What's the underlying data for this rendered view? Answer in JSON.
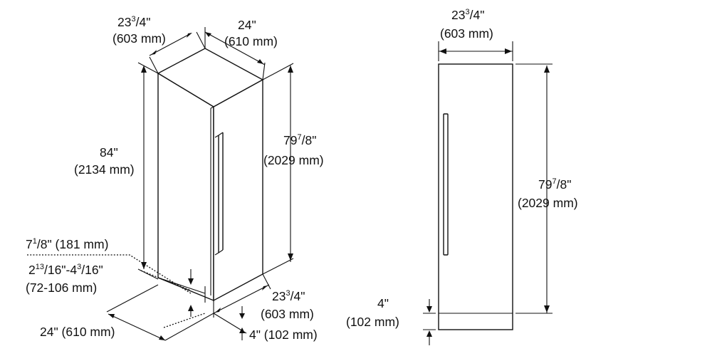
{
  "iso_view": {
    "top_width": {
      "line1_main": "23",
      "line1_num": "3",
      "line1_den": "/4\"",
      "line2": "(603 mm)"
    },
    "top_depth": {
      "line1": "24\"",
      "line2": "(610 mm)"
    },
    "overall_height": {
      "line1": "84\"",
      "line2": "(2134 mm)"
    },
    "door_height": {
      "line1_main": "79",
      "line1_num": "7",
      "line1_den": "/8\"",
      "line2": "(2029 mm)"
    },
    "toe_height": {
      "main": "7",
      "num": "1",
      "den": "/8\"",
      "rest": " (181 mm)"
    },
    "recess_range": {
      "main": "2",
      "num1": "13",
      "mid1": "/16\"-4",
      "num2": "3",
      "den2": "/16\"",
      "line2": "(72-106 mm)"
    },
    "front_width": {
      "line1_main": "23",
      "line1_num": "3",
      "line1_den": "/4\"",
      "line2": "(603 mm)"
    },
    "bottom_depth": {
      "text": "24\" (610 mm)"
    },
    "kick_height": {
      "text": "4\" (102 mm)"
    }
  },
  "front_view": {
    "width": {
      "line1_main": "23",
      "line1_num": "3",
      "line1_den": "/4\"",
      "line2": "(603 mm)"
    },
    "height": {
      "line1_main": "79",
      "line1_num": "7",
      "line1_den": "/8\"",
      "line2": "(2029 mm)"
    },
    "kick": {
      "line1": "4\"",
      "line2": "(102 mm)"
    }
  }
}
